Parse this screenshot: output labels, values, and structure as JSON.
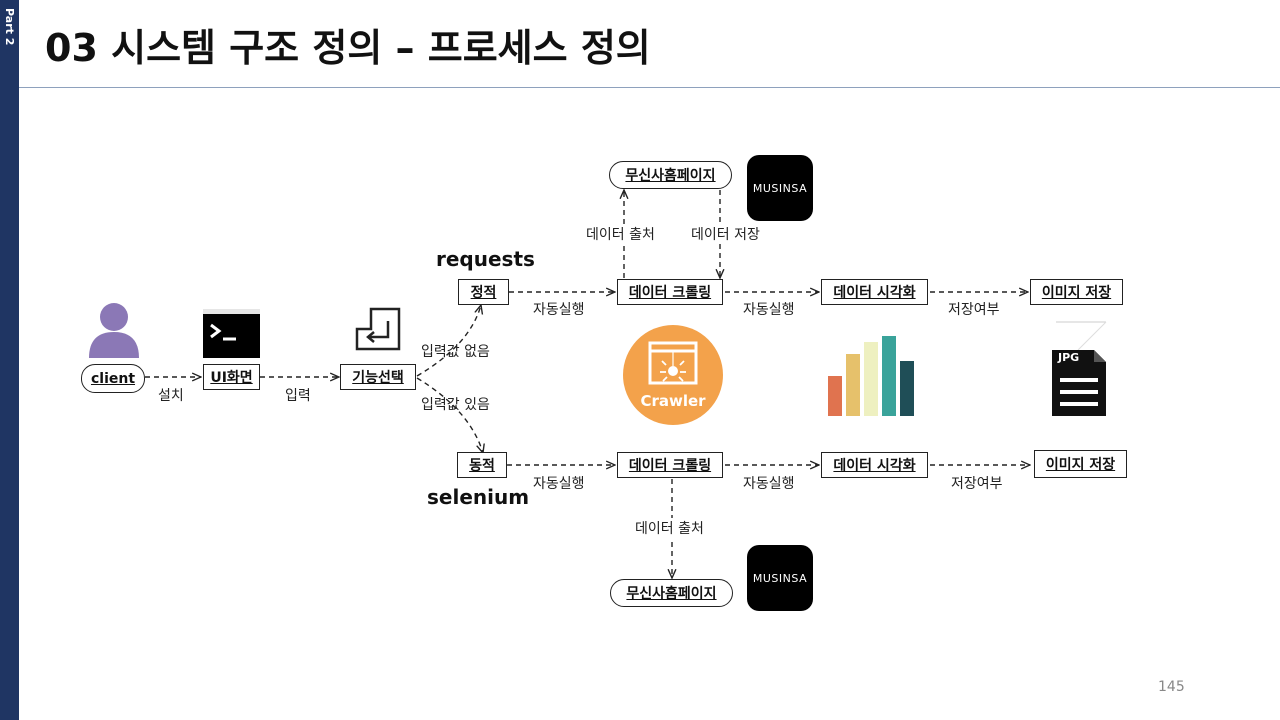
{
  "sidebar": {
    "label": "Part 2",
    "color": "#1f3563"
  },
  "title": "03 시스템 구조 정의 – 프로세스 정의",
  "page_number": "145",
  "nodes": {
    "client": "client",
    "ui": "UI화면",
    "feature_select": "기능선택",
    "static": "정적",
    "dynamic": "동적",
    "crawl_top": "데이터 크롤링",
    "crawl_bottom": "데이터 크롤링",
    "viz_top": "데이터 시각화",
    "viz_bottom": "데이터 시각화",
    "save_top": "이미지 저장",
    "save_bottom": "이미지 저장",
    "musinsa_page_top": "무신사홈페이지",
    "musinsa_page_bottom": "무신사홈페이지"
  },
  "edge_labels": {
    "install": "설치",
    "input": "입력",
    "no_input": "입력값 없음",
    "with_input": "입력값 있음",
    "auto_top_1": "자동실행",
    "auto_top_2": "자동실행",
    "auto_bottom_1": "자동실행",
    "auto_bottom_2": "자동실행",
    "save_q_top": "저장여부",
    "save_q_bottom": "저장여부",
    "extract_top": "데이터 출처",
    "store_top": "데이터 저장",
    "extract_bottom": "데이터 출처"
  },
  "libraries": {
    "top": "requests",
    "bottom": "selenium"
  },
  "logos": {
    "musinsa": "MUSINSA",
    "crawler": "Crawler",
    "jpg": "JPG"
  },
  "icons": [
    "user-icon",
    "terminal-icon",
    "enter-key-icon",
    "crawler-logo-icon",
    "bar-chart-icon",
    "jpg-file-icon",
    "musinsa-logo-icon"
  ],
  "colors": {
    "user": "#8b78b6",
    "crawler": "#f3a24b",
    "bars": [
      "#e0734f",
      "#e6c16b",
      "#eef0c0",
      "#3aa39a",
      "#1f4e57"
    ]
  }
}
